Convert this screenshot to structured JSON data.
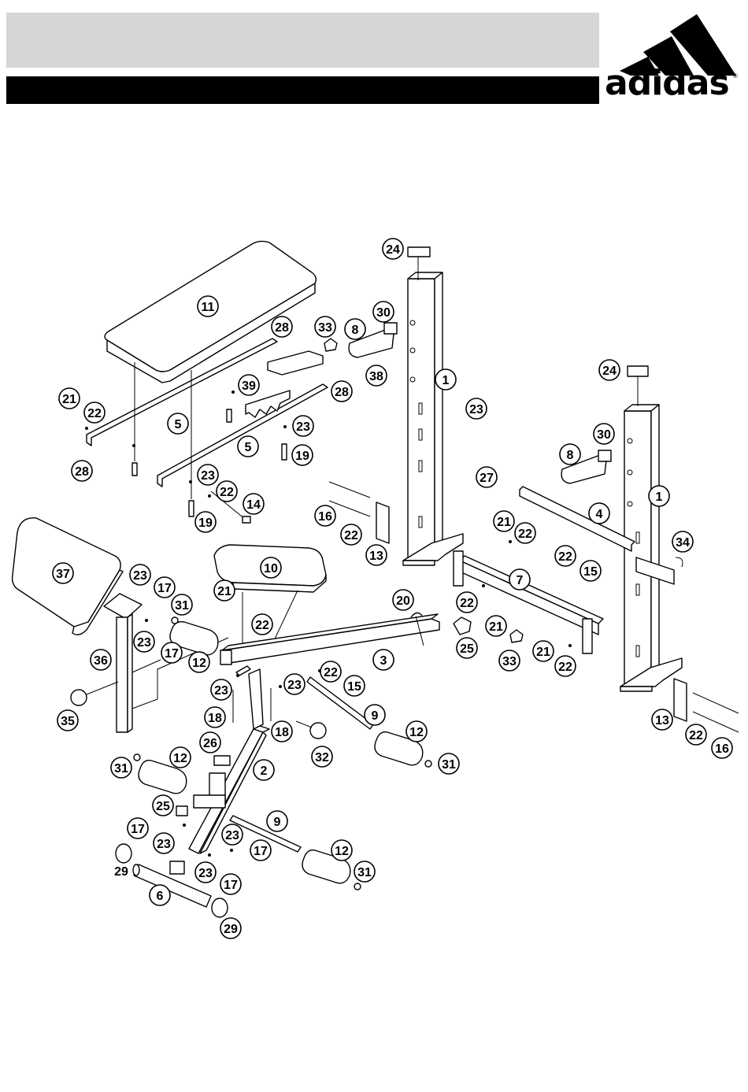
{
  "brand": {
    "name": "adidas",
    "registered_mark": "®"
  },
  "diagram": {
    "callouts": [
      "24",
      "1",
      "30",
      "8",
      "33",
      "11",
      "28",
      "38",
      "39",
      "21",
      "22",
      "5",
      "28",
      "23",
      "19",
      "23",
      "28",
      "5",
      "23",
      "22",
      "14",
      "19",
      "24",
      "30",
      "8",
      "1",
      "27",
      "4",
      "34",
      "16",
      "22",
      "13",
      "21",
      "22",
      "22",
      "15",
      "7",
      "22",
      "21",
      "33",
      "21",
      "22",
      "13",
      "22",
      "16",
      "37",
      "23",
      "17",
      "31",
      "10",
      "21",
      "22",
      "23",
      "17",
      "12",
      "36",
      "3",
      "20",
      "25",
      "35",
      "23",
      "22",
      "15",
      "23",
      "9",
      "18",
      "18",
      "32",
      "12",
      "31",
      "26",
      "12",
      "31",
      "2",
      "25",
      "9",
      "17",
      "23",
      "23",
      "17",
      "12",
      "23",
      "17",
      "31",
      "6",
      "29"
    ],
    "plain_labels": [
      "29"
    ]
  }
}
